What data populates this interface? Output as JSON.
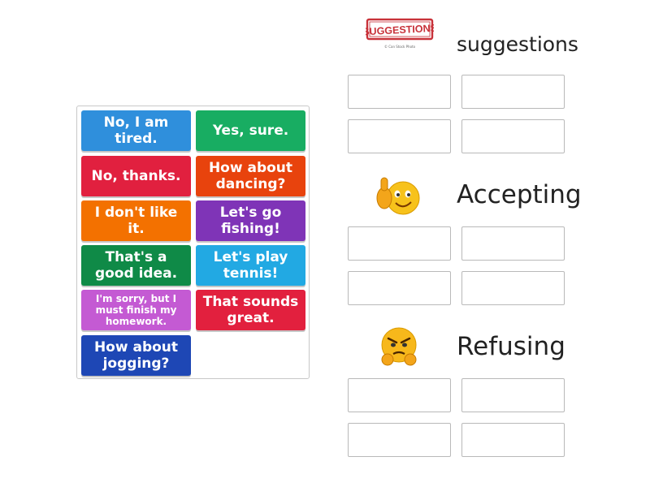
{
  "cards": [
    {
      "id": "no-i-am-tired",
      "label": "No, I am tired.",
      "color": "#2f8fdc",
      "small": false
    },
    {
      "id": "yes-sure",
      "label": "Yes, sure.",
      "color": "#18ad62",
      "small": false
    },
    {
      "id": "no-thanks",
      "label": "No, thanks.",
      "color": "#e1203f",
      "small": false
    },
    {
      "id": "how-about-dancing",
      "label": "How about dancing?",
      "color": "#e8430d",
      "small": false
    },
    {
      "id": "i-dont-like-it",
      "label": "I don't like it.",
      "color": "#f37100",
      "small": false
    },
    {
      "id": "lets-go-fishing",
      "label": "Let's go fishing!",
      "color": "#7f34b7",
      "small": false
    },
    {
      "id": "thats-a-good-idea",
      "label": "That's a good idea.",
      "color": "#0f8a47",
      "small": false
    },
    {
      "id": "lets-play-tennis",
      "label": "Let's play tennis!",
      "color": "#22a9e3",
      "small": false
    },
    {
      "id": "im-sorry",
      "label": "I'm sorry, but I must finish my homework.",
      "color": "#c45ad3",
      "small": true
    },
    {
      "id": "that-sounds-great",
      "label": "That sounds great.",
      "color": "#e2203e",
      "small": false
    },
    {
      "id": "how-about-jogging",
      "label": "How about jogging?",
      "color": "#1e47b5",
      "small": false
    }
  ],
  "categories": [
    {
      "id": "suggestions",
      "title": "suggestions",
      "icon": "suggestions-stamp-icon"
    },
    {
      "id": "accepting",
      "title": "Accepting",
      "icon": "thumbs-up-emoji-icon"
    },
    {
      "id": "refusing",
      "title": "Refusing",
      "icon": "angry-emoji-icon"
    }
  ],
  "stamp": {
    "text": "SUGGESTIONS",
    "credit": "© Can Stock Photo",
    "color": "#c8323a"
  }
}
